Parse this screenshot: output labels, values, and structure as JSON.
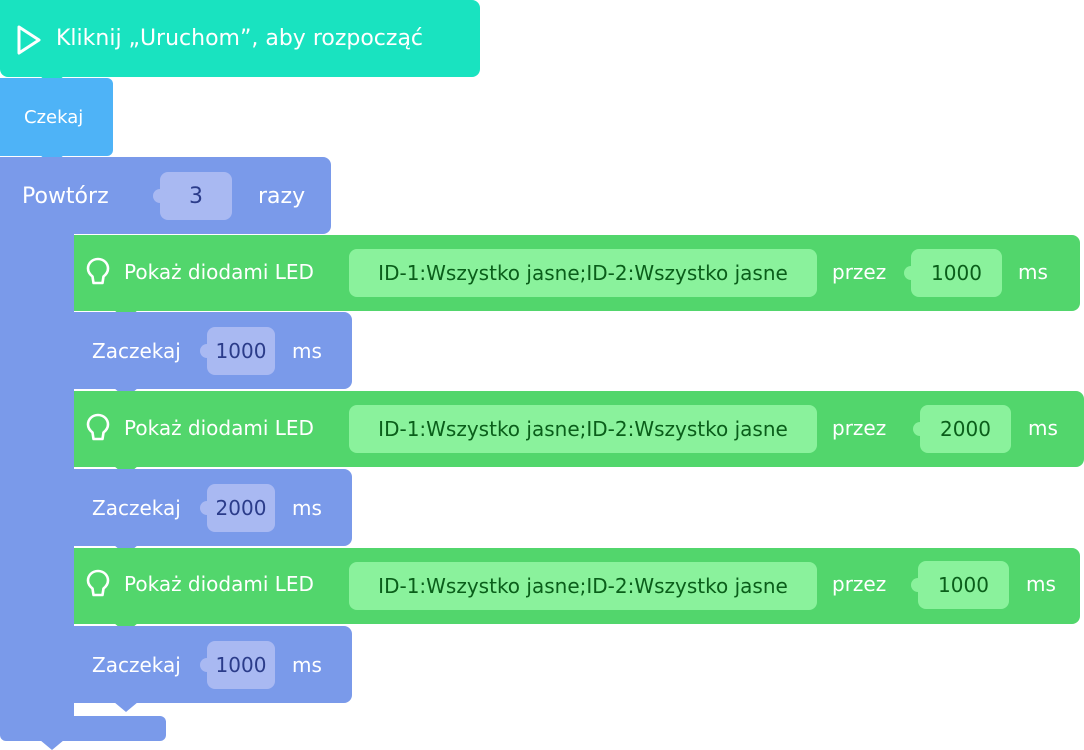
{
  "start": {
    "label": "Kliknij „Uruchom”, aby rozpocząć"
  },
  "wait_block": {
    "label": "Czekaj"
  },
  "repeat": {
    "label_before": "Powtórz",
    "count": "3",
    "label_after": "razy"
  },
  "steps": [
    {
      "type": "led",
      "label": "Pokaż diodami LED",
      "pattern": "ID-1:Wszystko jasne;ID-2:Wszystko jasne",
      "for_label": "przez",
      "duration": "1000",
      "unit": "ms"
    },
    {
      "type": "wait",
      "label": "Zaczekaj",
      "duration": "1000",
      "unit": "ms"
    },
    {
      "type": "led",
      "label": "Pokaż diodami LED",
      "pattern": "ID-1:Wszystko jasne;ID-2:Wszystko jasne",
      "for_label": "przez",
      "duration": "2000",
      "unit": "ms"
    },
    {
      "type": "wait",
      "label": "Zaczekaj",
      "duration": "2000",
      "unit": "ms"
    },
    {
      "type": "led",
      "label": "Pokaż diodami LED",
      "pattern": "ID-1:Wszystko jasne;ID-2:Wszystko jasne",
      "for_label": "przez",
      "duration": "1000",
      "unit": "ms"
    },
    {
      "type": "wait",
      "label": "Zaczekaj",
      "duration": "1000",
      "unit": "ms"
    }
  ],
  "colors": {
    "start": "#19e3c0",
    "wait_block": "#4eb3f7",
    "repeat": "#7a9aea",
    "led": "#52d66c",
    "led_input": "#8af29c",
    "wait_input": "#a9b9f2",
    "led_text": "#0a5e1a"
  },
  "icons": {
    "start": "play-icon",
    "led": "lightbulb-icon"
  }
}
